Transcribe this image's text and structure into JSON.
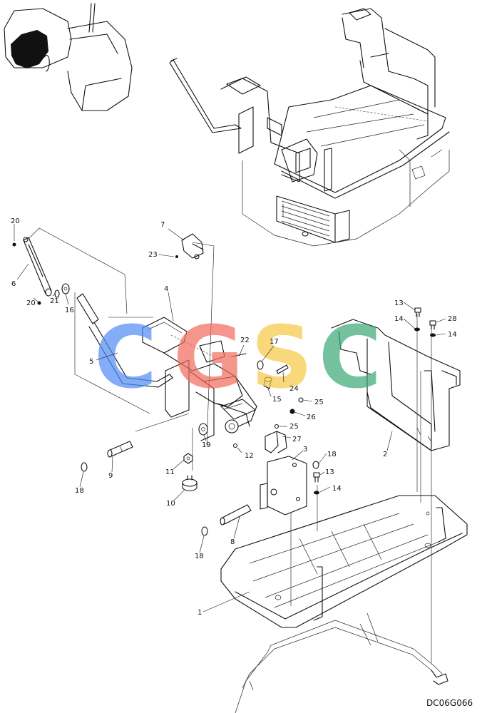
{
  "drawing_code": "DC06G066",
  "watermark": {
    "letters": [
      "C",
      "G",
      "S",
      "C"
    ],
    "colors": [
      "#4f8cf5",
      "#f26b5e",
      "#f7c744",
      "#3aa876"
    ]
  },
  "callouts": [
    "1",
    "2",
    "3",
    "4",
    "5",
    "6",
    "7",
    "8",
    "9",
    "10",
    "11",
    "12",
    "13",
    "14",
    "15",
    "16",
    "17",
    "18",
    "19",
    "20",
    "21",
    "22",
    "23",
    "24",
    "25",
    "26",
    "27",
    "28"
  ]
}
